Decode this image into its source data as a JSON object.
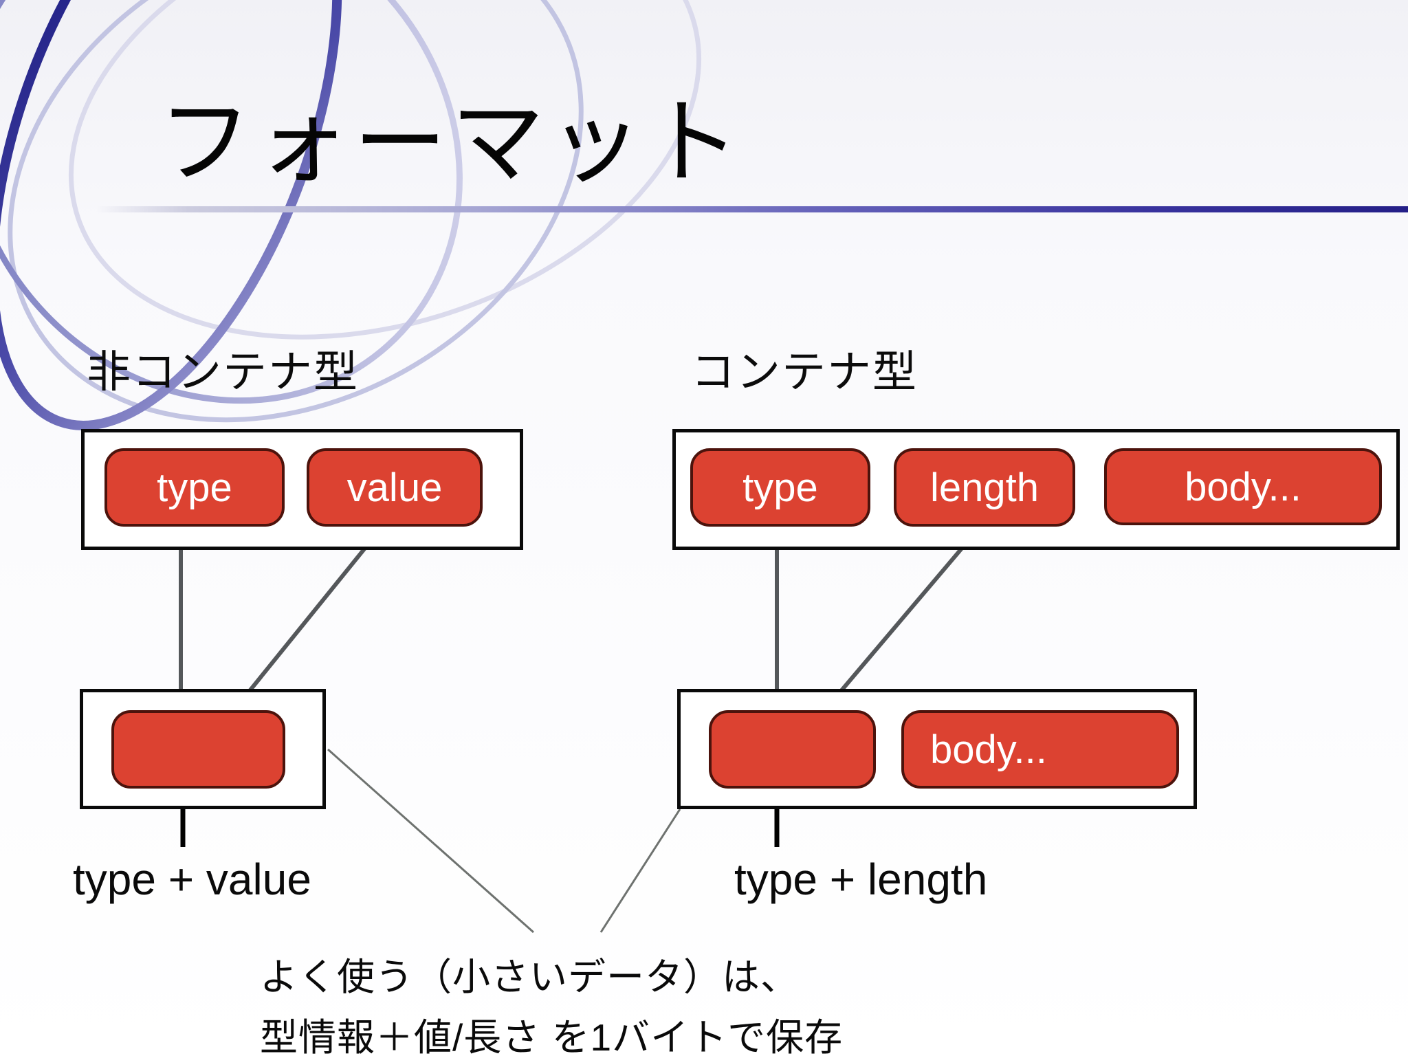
{
  "slide_title": "フォーマット",
  "left_section": {
    "heading": "非コンテナ型",
    "cells": [
      "type",
      "value"
    ],
    "result_label": "type + value"
  },
  "right_section": {
    "heading": "コンテナ型",
    "cells": [
      "type",
      "length",
      "body..."
    ],
    "result_body_cell": "body...",
    "result_label": "type + length"
  },
  "note": {
    "line1": "よく使う（小さいデータ）は、",
    "line2": "型情報＋値/長さ を1バイトで保存"
  },
  "colors": {
    "cell_red": "#dc4231",
    "cell_border": "#4c130c",
    "divider_navy": "#241f87",
    "connector_gray": "#54575a",
    "callout_gray": "#6e726f"
  }
}
